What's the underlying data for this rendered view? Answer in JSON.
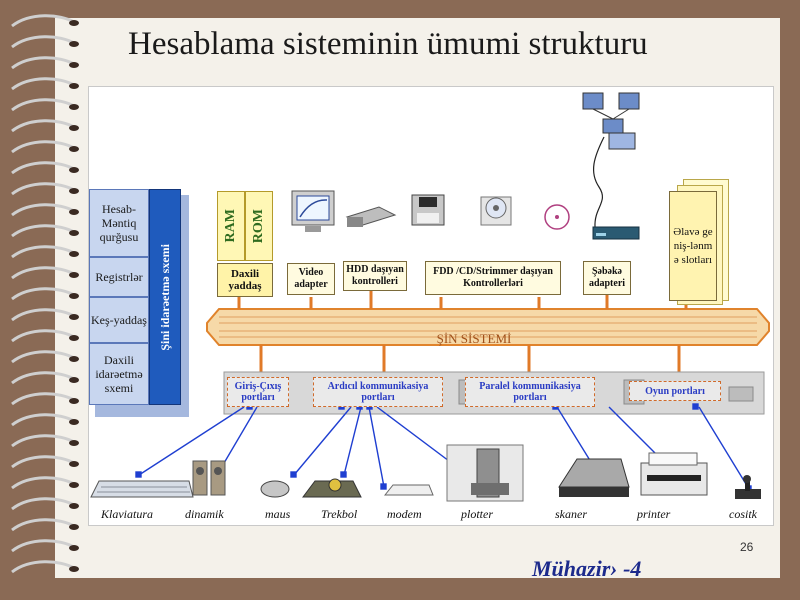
{
  "title": "Hesablama sisteminin ümumi strukturu",
  "page_number": "26",
  "footer": "Mühazir› -4",
  "bus_label": "ŞİN SİSTEMİ",
  "cpu": {
    "side_label": "Şini idarəetmə sxemi",
    "cells": [
      "Hesab-Məntiq qurğusu",
      "Registrlər",
      "Keş-yaddaş",
      "Daxili idarəetmə sxemi"
    ]
  },
  "memory": {
    "ram": "RAM",
    "rom": "ROM",
    "caption": "Daxili yaddaş"
  },
  "controllers": {
    "video": "Video adapter",
    "hdd": "HDD daşıyan kontrolleri",
    "fdd": "FDD /CD/Strimmer daşıyan Kontrollerləri",
    "network": "Şəbəkə adapteri",
    "slots": "Əlavə geniş-lənmə slotları"
  },
  "ports": {
    "io": "Giriş-Çıxış portları",
    "serial": "Ardıcıl kommunikasiya portları",
    "parallel": "Paralel kommunikasiya portları",
    "game": "Oyun portları"
  },
  "devices": [
    "Klaviatura",
    "dinamik",
    "maus",
    "Trekbol",
    "modem",
    "plotter",
    "skaner",
    "printer",
    "cositk"
  ],
  "colors": {
    "bus": "#f6d9a8",
    "bus_stroke": "#e0832c",
    "connector": "#e07a28",
    "link": "#1f3fd1",
    "cpu_blue": "#1f5bbd"
  }
}
